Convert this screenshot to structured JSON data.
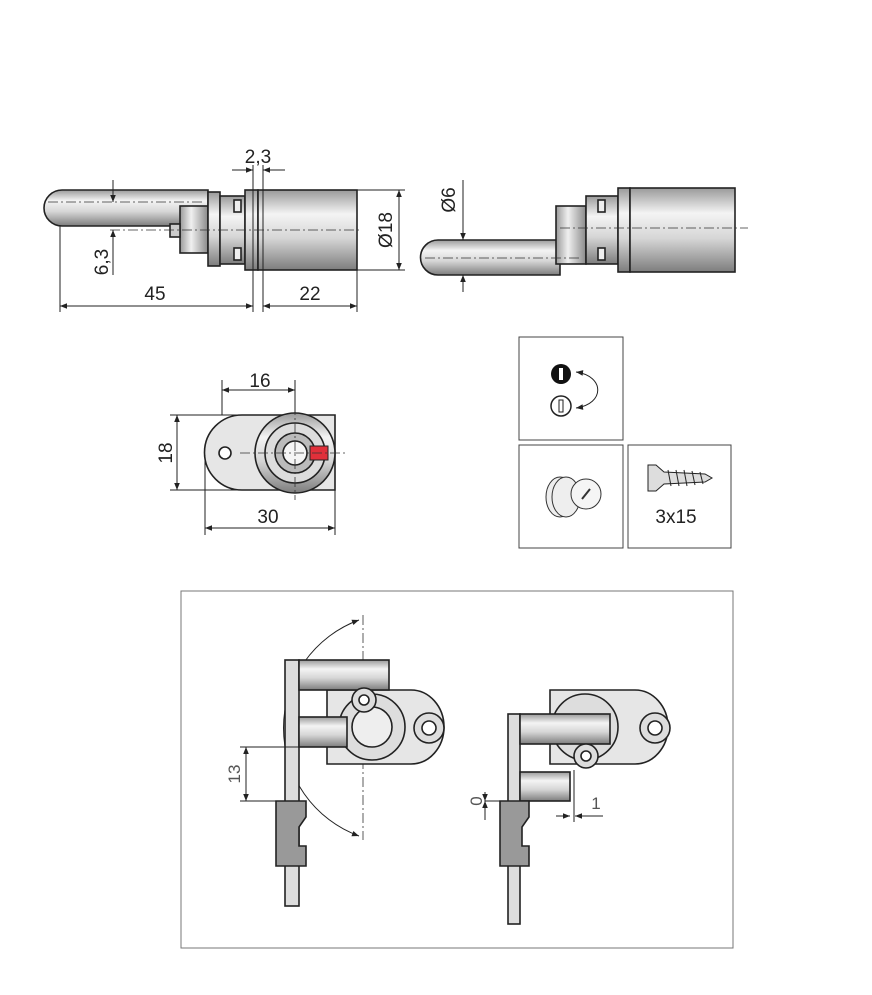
{
  "side_view": {
    "dim_ring": "2,3",
    "dim_offset": "6,3",
    "dim_length": "45",
    "dim_body": "22",
    "dim_diameter": "Ø18"
  },
  "side_view_rotated": {
    "dim_pin": "Ø6"
  },
  "front_view": {
    "dim_center": "16",
    "dim_height": "18",
    "dim_width": "30"
  },
  "icons": {
    "rotation_icon": "rotate-90-icon",
    "cylinder_icon": "lock-cylinder-icon",
    "screw_label": "3x15"
  },
  "installation": {
    "dim_travel": "13",
    "dim_gap": "0",
    "dim_clearance": "1"
  },
  "colors": {
    "accent_red": "#e0303a",
    "frame": "#777777"
  }
}
